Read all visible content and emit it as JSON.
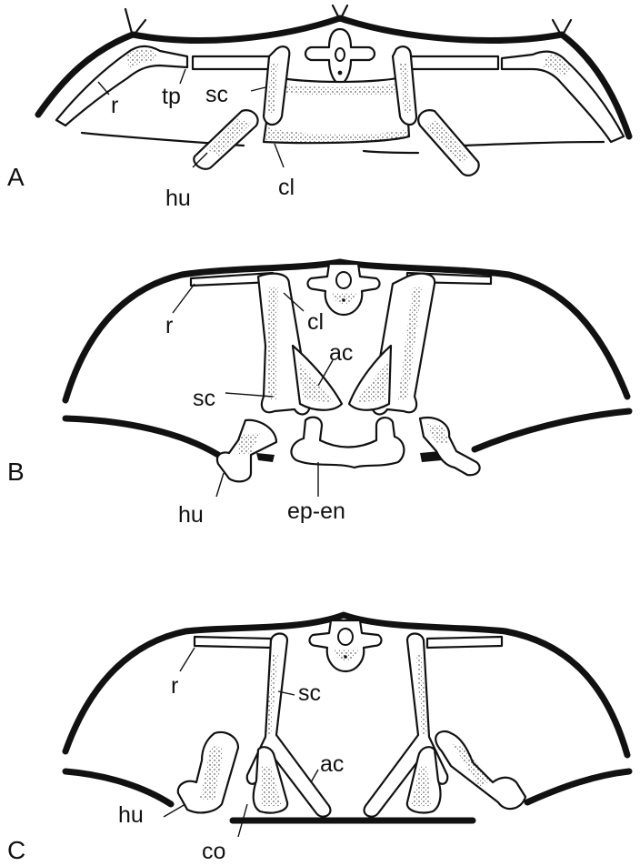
{
  "panels": [
    {
      "id": "A",
      "label": "A",
      "structures": [
        {
          "key": "r",
          "text": "r"
        },
        {
          "key": "tp",
          "text": "tp"
        },
        {
          "key": "sc",
          "text": "sc"
        },
        {
          "key": "hu",
          "text": "hu"
        },
        {
          "key": "cl",
          "text": "cl"
        }
      ]
    },
    {
      "id": "B",
      "label": "B",
      "structures": [
        {
          "key": "r",
          "text": "r"
        },
        {
          "key": "cl",
          "text": "cl"
        },
        {
          "key": "ac",
          "text": "ac"
        },
        {
          "key": "sc",
          "text": "sc"
        },
        {
          "key": "hu",
          "text": "hu"
        },
        {
          "key": "ep_en",
          "text": "ep-en"
        }
      ]
    },
    {
      "id": "C",
      "label": "C",
      "structures": [
        {
          "key": "r",
          "text": "r"
        },
        {
          "key": "sc",
          "text": "sc"
        },
        {
          "key": "ac",
          "text": "ac"
        },
        {
          "key": "hu",
          "text": "hu"
        },
        {
          "key": "co",
          "text": "co"
        }
      ]
    }
  ]
}
